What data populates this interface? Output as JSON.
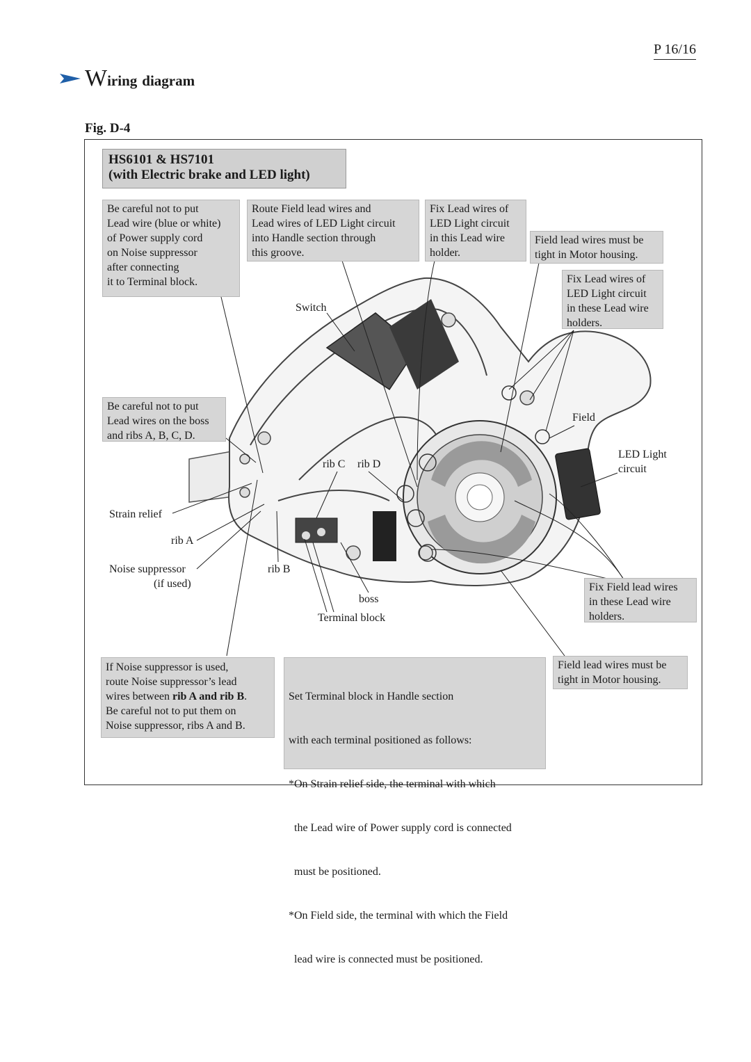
{
  "page": {
    "number": "P 16/16"
  },
  "header": {
    "title_initial": "W",
    "title_rest": "iring",
    "title_word2": "diagram",
    "figure_label": "Fig.  D-4"
  },
  "model": {
    "line1": "HS6101 & HS7101",
    "line2": "(with Electric brake and LED light)"
  },
  "notes": {
    "careful_lead": [
      "Be careful not to put",
      "Lead wire (blue or white)",
      "of Power supply cord",
      "on Noise suppressor",
      "after connecting",
      "it to Terminal block."
    ],
    "route_field": [
      "Route Field lead wires and",
      "Lead wires of LED Light circuit",
      "into Handle section through",
      "this groove."
    ],
    "fix_led_holder": [
      "Fix Lead wires of",
      "LED Light circuit",
      "in this Lead wire",
      "holder."
    ],
    "field_tight_top": [
      "Field lead wires must be",
      "tight in Motor housing."
    ],
    "fix_led_holders": [
      "Fix Lead wires of",
      "LED Light circuit",
      "in these Lead wire",
      "holders."
    ],
    "careful_boss": [
      "Be careful not to put",
      "Lead wires on the boss",
      "and ribs A, B, C, D."
    ],
    "fix_field": [
      "Fix Field lead wires",
      "in these Lead wire",
      "holders."
    ],
    "noise_route": {
      "l1": "If Noise suppressor is used,",
      "l2": "route Noise suppressor’s lead",
      "l3a": "wires between ",
      "l3b": "rib A and rib B",
      "l3c": ".",
      "l4": "Be careful not to put them on",
      "l5": "Noise suppressor, ribs A and B."
    },
    "terminal_set": [
      "Set Terminal block in Handle section",
      "with each terminal positioned as follows:",
      "*On Strain relief side, the terminal with which",
      "  the Lead wire of Power supply cord is connected",
      "  must be positioned.",
      "*On Field side, the terminal with which the Field",
      "  lead wire is connected must be positioned."
    ],
    "field_tight_bottom": [
      "Field lead wires must be",
      "tight in Motor housing."
    ]
  },
  "labels": {
    "switch": "Switch",
    "field": "Field",
    "led_light": [
      "LED Light",
      "circuit"
    ],
    "rib_c": "rib C",
    "rib_d": "rib D",
    "strain_relief": "Strain relief",
    "rib_a": "rib A",
    "noise_suppressor": [
      "Noise suppressor",
      "(if used)"
    ],
    "rib_b": "rib B",
    "boss": "boss",
    "terminal_block": "Terminal block"
  },
  "colors": {
    "arrow": "#1f5fa8",
    "note_fill": "#d6d6d6",
    "model_fill": "#d0d0d0"
  }
}
